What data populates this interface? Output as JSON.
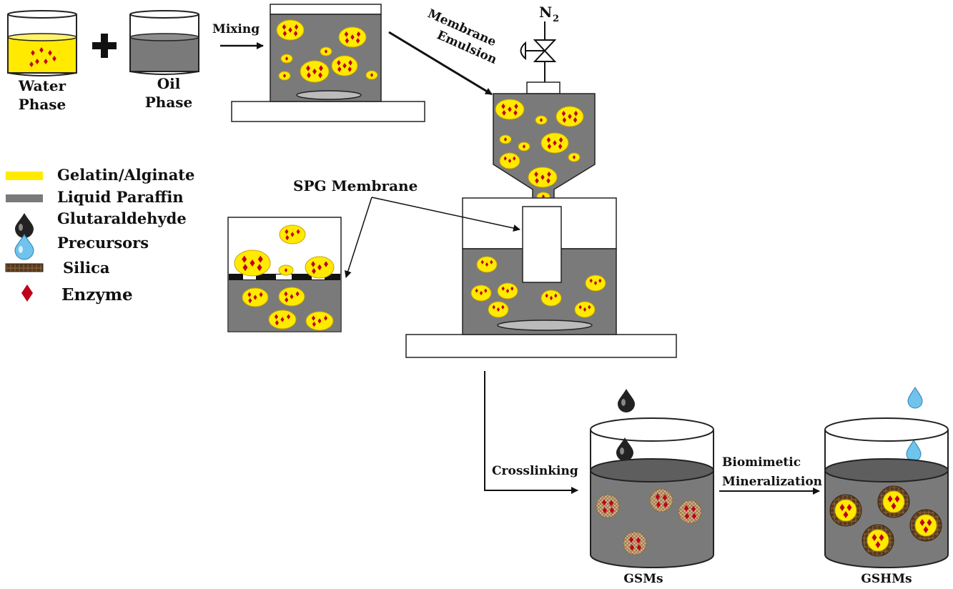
{
  "colors": {
    "gelatin": "#ffea00",
    "paraffin": "#7a7a7a",
    "enzyme": "#c0001a",
    "glutaraldehyde": "#222222",
    "precursor": "#6fc3ec",
    "silica": "#5a3a1e",
    "outline": "#222222"
  },
  "labels": {
    "water_phase": [
      "Water",
      "Phase"
    ],
    "oil_phase": [
      "Oil",
      "Phase"
    ],
    "mixing": "Mixing",
    "membrane_emulsion": [
      "Membrane",
      "Emulsion"
    ],
    "n2": "N",
    "n2_sub": "2",
    "spg_membrane": "SPG Membrane",
    "crosslinking": "Crosslinking",
    "biomimetic": [
      "Biomimetic",
      "Mineralization"
    ],
    "gsms": "GSMs",
    "gshms": "GSHMs"
  },
  "legend": [
    {
      "icon": "gelatin-swatch",
      "label": "Gelatin/Alginate"
    },
    {
      "icon": "paraffin-swatch",
      "label": "Liquid Paraffin"
    },
    {
      "icon": "glutaraldehyde-drop-icon",
      "label": "Glutaraldehyde"
    },
    {
      "icon": "precursor-drop-icon",
      "label": "Precursors"
    },
    {
      "icon": "silica-swatch",
      "label": "Silica"
    },
    {
      "icon": "enzyme-diamond-icon",
      "label": "Enzyme"
    }
  ]
}
